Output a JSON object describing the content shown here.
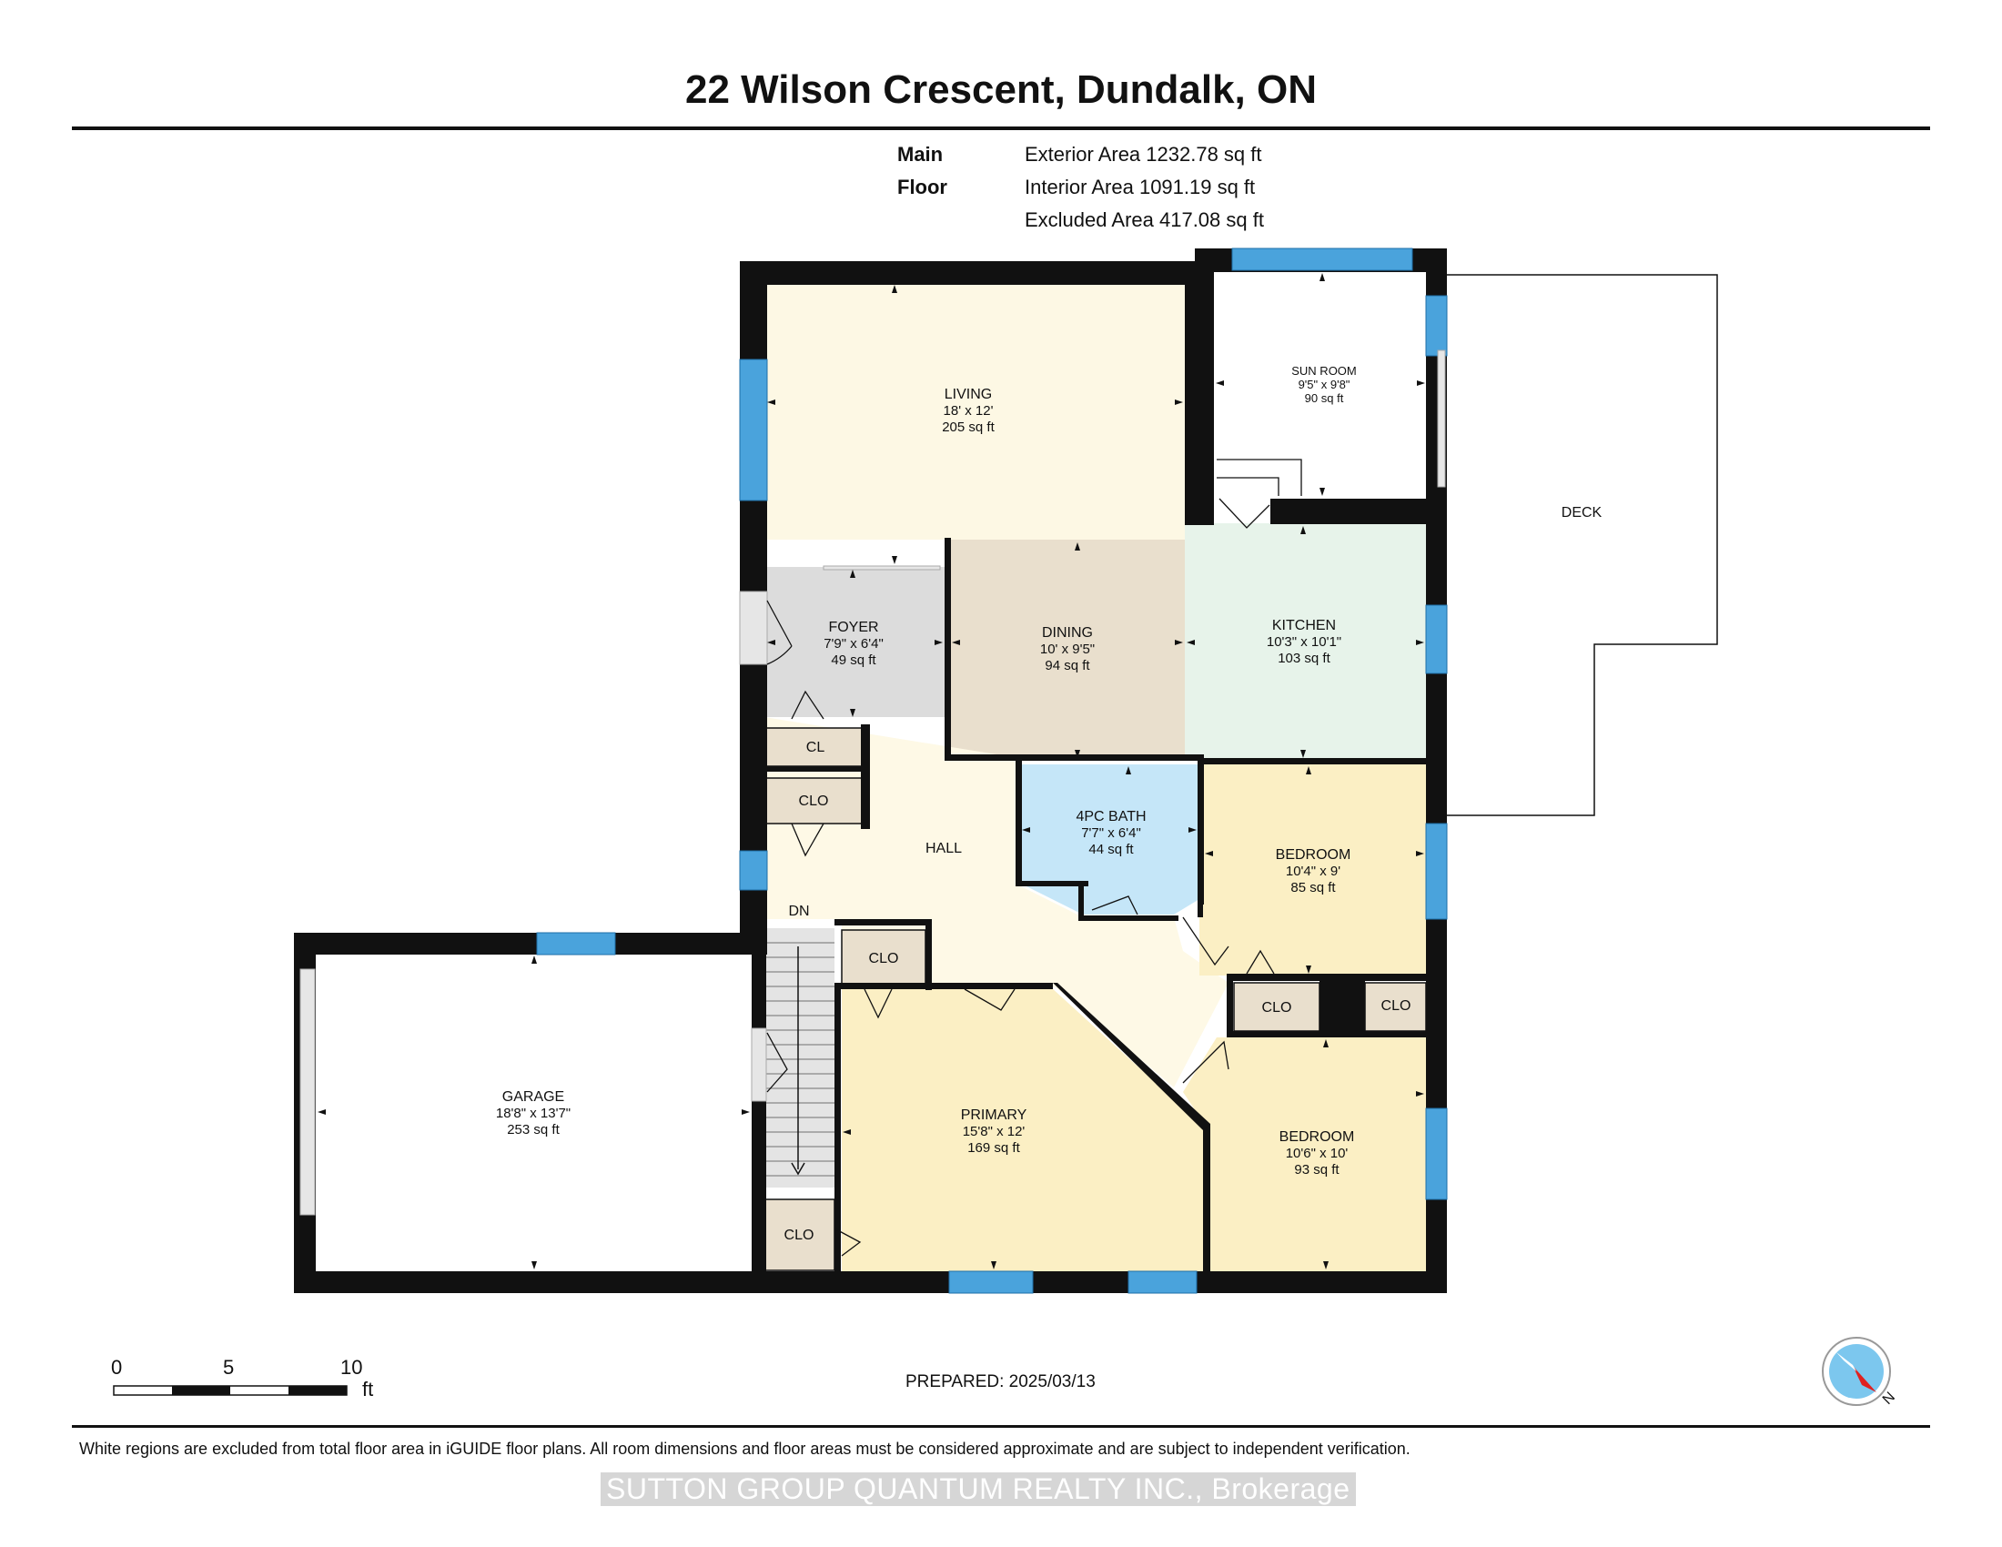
{
  "header": {
    "address": "22 Wilson Crescent, Dundalk, ON"
  },
  "areas": {
    "floor_label": "Main Floor",
    "exterior": "Exterior Area 1232.78 sq ft",
    "interior": "Interior Area 1091.19 sq ft",
    "excluded": "Excluded Area 417.08 sq ft"
  },
  "rooms": {
    "living": {
      "name": "LIVING",
      "dims": "18' x 12'",
      "area": "205 sq ft",
      "color": "#fdf8e4"
    },
    "sunroom": {
      "name": "SUN ROOM",
      "dims": "9'5\" x 9'8\"",
      "area": "90 sq ft",
      "color": "#ffffff"
    },
    "foyer": {
      "name": "FOYER",
      "dims": "7'9\" x 6'4\"",
      "area": "49 sq ft",
      "color": "#dcdcdc"
    },
    "dining": {
      "name": "DINING",
      "dims": "10' x 9'5\"",
      "area": "94 sq ft",
      "color": "#e9dfcd"
    },
    "kitchen": {
      "name": "KITCHEN",
      "dims": "10'3\" x 10'1\"",
      "area": "103 sq ft",
      "color": "#e7f3ea"
    },
    "bath": {
      "name": "4PC BATH",
      "dims": "7'7\" x 6'4\"",
      "area": "44 sq ft",
      "color": "#c5e6f8"
    },
    "bedroom1": {
      "name": "BEDROOM",
      "dims": "10'4\" x 9'",
      "area": "85 sq ft",
      "color": "#fbefc4"
    },
    "bedroom2": {
      "name": "BEDROOM",
      "dims": "10'6\" x 10'",
      "area": "93 sq ft",
      "color": "#fbefc4"
    },
    "primary": {
      "name": "PRIMARY",
      "dims": "15'8\" x 12'",
      "area": "169 sq ft",
      "color": "#fbefc4"
    },
    "garage": {
      "name": "GARAGE",
      "dims": "18'8\" x 13'7\"",
      "area": "253 sq ft",
      "color": "#ffffff"
    },
    "hall": {
      "name": "HALL",
      "color": "#fef9e6"
    },
    "deck": {
      "name": "DECK"
    },
    "stairs_label": "DN",
    "closets": {
      "cl": "CL",
      "clo": "CLO"
    }
  },
  "scale": {
    "zero": "0",
    "five": "5",
    "ten": "10",
    "unit": "ft"
  },
  "footer": {
    "prepared": "PREPARED: 2025/03/13",
    "disclaimer": "White regions are excluded from total floor area in iGUIDE floor plans. All room dimensions and floor areas must be considered approximate and are subject to independent verification.",
    "watermark": "SUTTON GROUP QUANTUM REALTY INC., Brokerage"
  },
  "compass": {
    "north": "N"
  },
  "colors": {
    "wall": "#111111",
    "window": "#4aa3dc",
    "closet": "#e9dfcd",
    "stairs": "#e4e4e4"
  }
}
